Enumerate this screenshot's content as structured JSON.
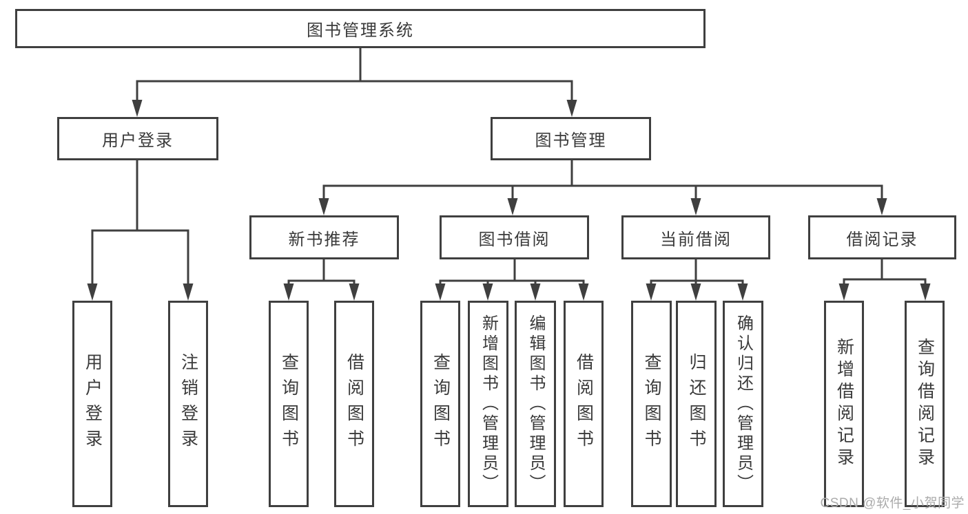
{
  "diagram": {
    "root": {
      "label": "图书管理系统"
    },
    "branches": [
      {
        "label": "用户登录",
        "children": [
          {
            "label": "用户登录"
          },
          {
            "label": "注销登录"
          }
        ]
      },
      {
        "label": "图书管理",
        "children": [
          {
            "label": "新书推荐",
            "children": [
              {
                "label": "查询图书"
              },
              {
                "label": "借阅图书"
              }
            ]
          },
          {
            "label": "图书借阅",
            "children": [
              {
                "label": "查询图书"
              },
              {
                "label": "新增图书（管理员）"
              },
              {
                "label": "编辑图书（管理员）"
              },
              {
                "label": "借阅图书"
              }
            ]
          },
          {
            "label": "当前借阅",
            "children": [
              {
                "label": "查询图书"
              },
              {
                "label": "归还图书"
              },
              {
                "label": "确认归还（管理员）"
              }
            ]
          },
          {
            "label": "借阅记录",
            "children": [
              {
                "label": "新增借阅记录"
              },
              {
                "label": "查询借阅记录"
              }
            ]
          }
        ]
      }
    ]
  },
  "watermark": {
    "text": "CSDN @软件_小贺同学"
  },
  "colors": {
    "line": "#3f3f3f",
    "box_border": "#3f3f3f",
    "text": "#3a3a3a",
    "watermark_text": "#ababab",
    "background": "#ffffff"
  }
}
